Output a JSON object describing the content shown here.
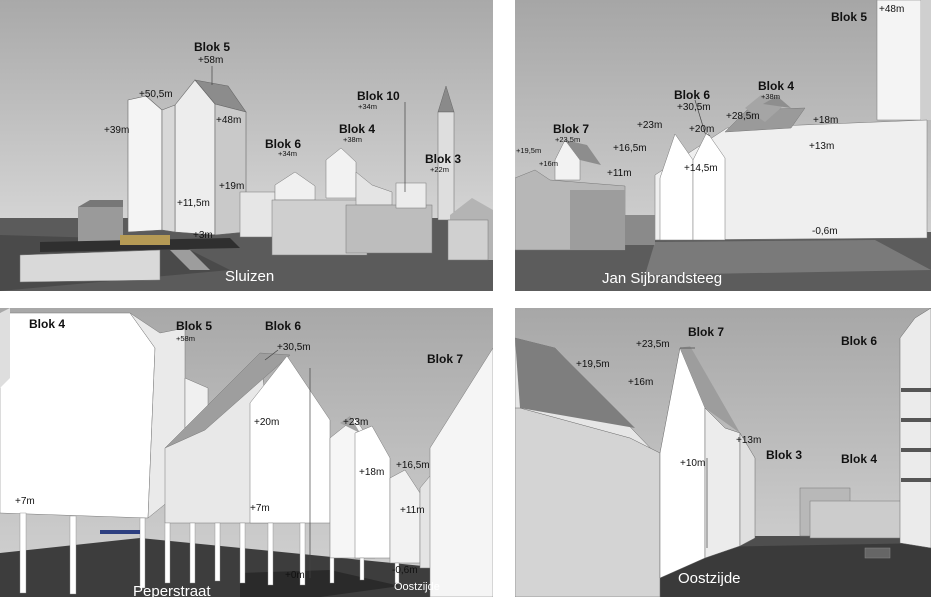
{
  "panels": [
    {
      "caption": "Sluizen",
      "blocks": [
        {
          "name": "Blok 5",
          "height": "+58m"
        },
        {
          "name": "Blok 10",
          "height": "+34m"
        },
        {
          "name": "Blok 6",
          "height": "+34m"
        },
        {
          "name": "Blok 4",
          "height": "+38m"
        },
        {
          "name": "Blok 3",
          "height": "+22m"
        }
      ],
      "levels": [
        "+50,5m",
        "+39m",
        "+48m",
        "+19m",
        "+11,5m",
        "+3m"
      ]
    },
    {
      "caption": "Jan Sijbrandsteeg",
      "blocks": [
        {
          "name": "Blok 5",
          "height": ""
        },
        {
          "name": "Blok 6",
          "height": ""
        },
        {
          "name": "Blok 4",
          "height": "+38m"
        },
        {
          "name": "Blok 7",
          "height": "+23,5m"
        }
      ],
      "levels": [
        "+48m",
        "+30,5m",
        "+28,5m",
        "+23m",
        "+20m",
        "+18m",
        "+19,5m",
        "+16,5m",
        "+16m",
        "+13m",
        "+14,5m",
        "+11m",
        "-0,6m"
      ]
    },
    {
      "caption": "Peperstraat",
      "caption2": "Oostzijde",
      "blocks": [
        {
          "name": "Blok 4",
          "height": ""
        },
        {
          "name": "Blok 5",
          "height": "+58m"
        },
        {
          "name": "Blok 6",
          "height": ""
        },
        {
          "name": "Blok 7",
          "height": ""
        }
      ],
      "levels": [
        "+30,5m",
        "+20m",
        "+23m",
        "+18m",
        "+16,5m",
        "+11m",
        "+7m",
        "+7m",
        "+0m",
        "-0,6m"
      ]
    },
    {
      "caption": "Oostzijde",
      "blocks": [
        {
          "name": "Blok 7",
          "height": ""
        },
        {
          "name": "Blok 6",
          "height": ""
        },
        {
          "name": "Blok 3",
          "height": ""
        },
        {
          "name": "Blok 4",
          "height": ""
        }
      ],
      "levels": [
        "+23,5m",
        "+19,5m",
        "+16m",
        "+13m",
        "+10m"
      ]
    }
  ]
}
